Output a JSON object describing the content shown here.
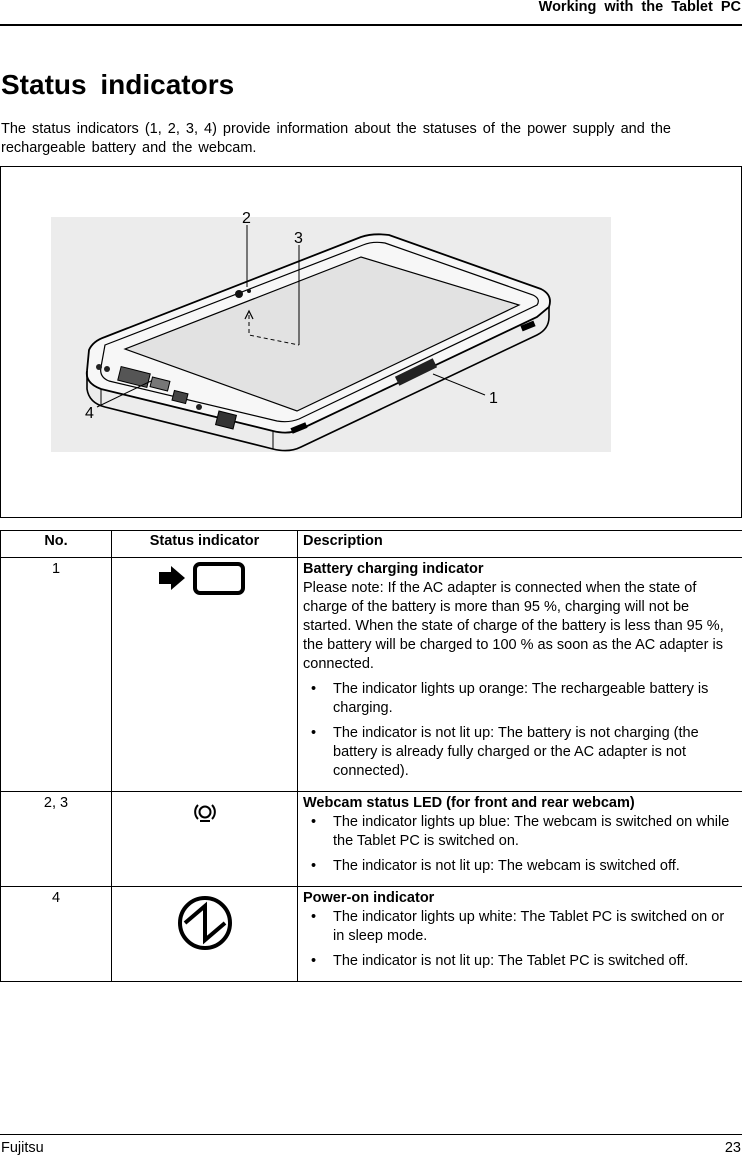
{
  "running_head": "Working with the Tablet PC",
  "title": "Status indicators",
  "intro": "The status indicators (1, 2, 3, 4) provide information about the statuses of the power supply and the rechargeable battery and the webcam.",
  "figure": {
    "callouts": [
      "1",
      "2",
      "3",
      "4"
    ]
  },
  "table": {
    "headers": [
      "No.",
      "Status indicator",
      "Description"
    ],
    "rows": [
      {
        "no": "1",
        "icon": "battery-charging-icon",
        "title": "Battery charging indicator",
        "text": "Please note: If the AC adapter is connected when the state of charge of the battery is more than 95 %, charging will not be started. When the state of charge of the battery is less than 95 %, the battery will be charged to 100 % as soon as the AC adapter is connected.",
        "bullets": [
          "The indicator lights up orange: The rechargeable battery is charging.",
          "The indicator is not lit up: The battery is not charging (the battery is already fully charged or the AC adapter is not connected)."
        ]
      },
      {
        "no": "2, 3",
        "icon": "webcam-icon",
        "title": "Webcam status LED (for front and rear webcam)",
        "text": "",
        "bullets": [
          "The indicator lights up blue: The webcam is switched on while the Tablet PC is switched on.",
          "The indicator is not lit up: The webcam is switched off."
        ]
      },
      {
        "no": "4",
        "icon": "power-on-icon",
        "title": "Power-on indicator",
        "text": "",
        "bullets": [
          "The indicator lights up white: The Tablet PC is switched on or in sleep mode.",
          "The indicator is not lit up: The Tablet PC is switched off."
        ]
      }
    ]
  },
  "footer": {
    "left": "Fujitsu",
    "right": "23"
  }
}
